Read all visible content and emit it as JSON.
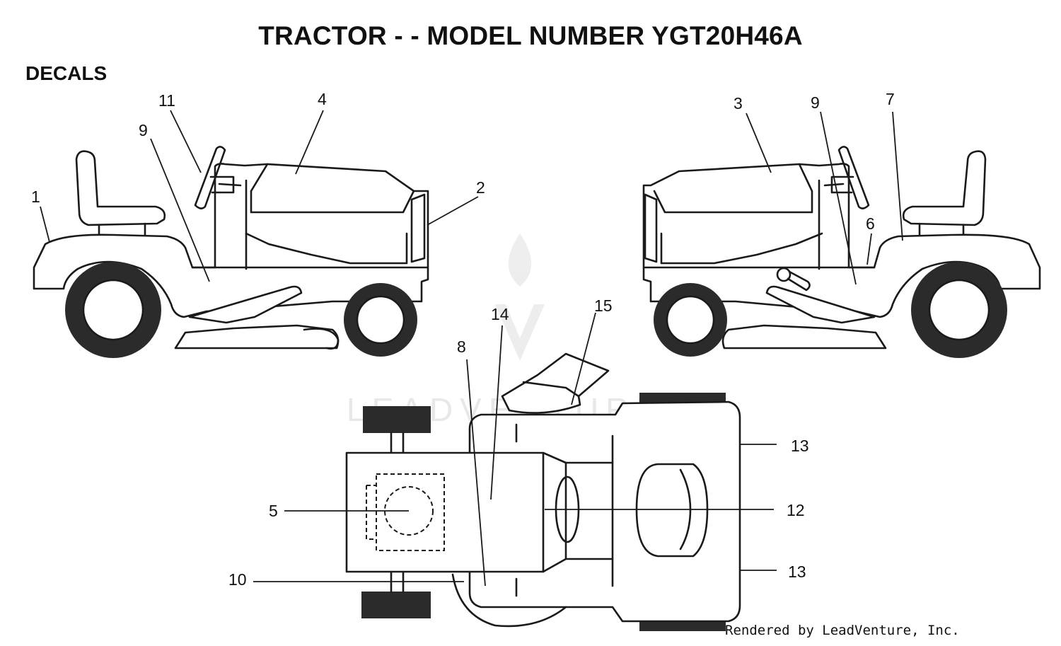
{
  "title": "TRACTOR - - MODEL NUMBER YGT20H46A",
  "section": "DECALS",
  "watermark": "LEADVENTURE",
  "footer": "Rendered by LeadVenture, Inc.",
  "colors": {
    "ink": "#1a1a1a",
    "tire": "#2b2b2b",
    "watermark": "#e6e6e6"
  },
  "callouts": {
    "left_view": {
      "c1": "1",
      "c2": "2",
      "c4": "4",
      "c9": "9",
      "c11": "11"
    },
    "right_view": {
      "c3": "3",
      "c6": "6",
      "c7": "7",
      "c9": "9"
    },
    "top_view": {
      "c5": "5",
      "c8": "8",
      "c10": "10",
      "c12": "12",
      "c13a": "13",
      "c13b": "13",
      "c14": "14",
      "c15": "15"
    }
  }
}
